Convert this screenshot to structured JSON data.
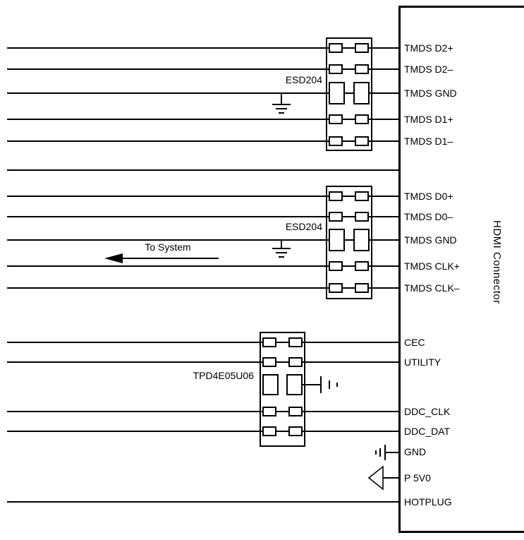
{
  "connector": {
    "label": "HDMI Connector"
  },
  "components": {
    "esd_top": "ESD204",
    "esd_bottom": "ESD204",
    "tpd": "TPD4E05U06"
  },
  "annotations": {
    "to_system": "To System"
  },
  "pins": [
    "TMDS D2+",
    "TMDS D2–",
    "TMDS GND",
    "TMDS D1+",
    "TMDS D1–",
    "TMDS D0+",
    "TMDS D0–",
    "TMDS GND",
    "TMDS CLK+",
    "TMDS CLK–",
    "CEC",
    "UTILITY",
    "DDC_CLK",
    "DDC_DAT",
    "GND",
    "P 5V0",
    "HOTPLUG"
  ],
  "colors": {
    "line": "#000000",
    "background": "#ffffff"
  }
}
